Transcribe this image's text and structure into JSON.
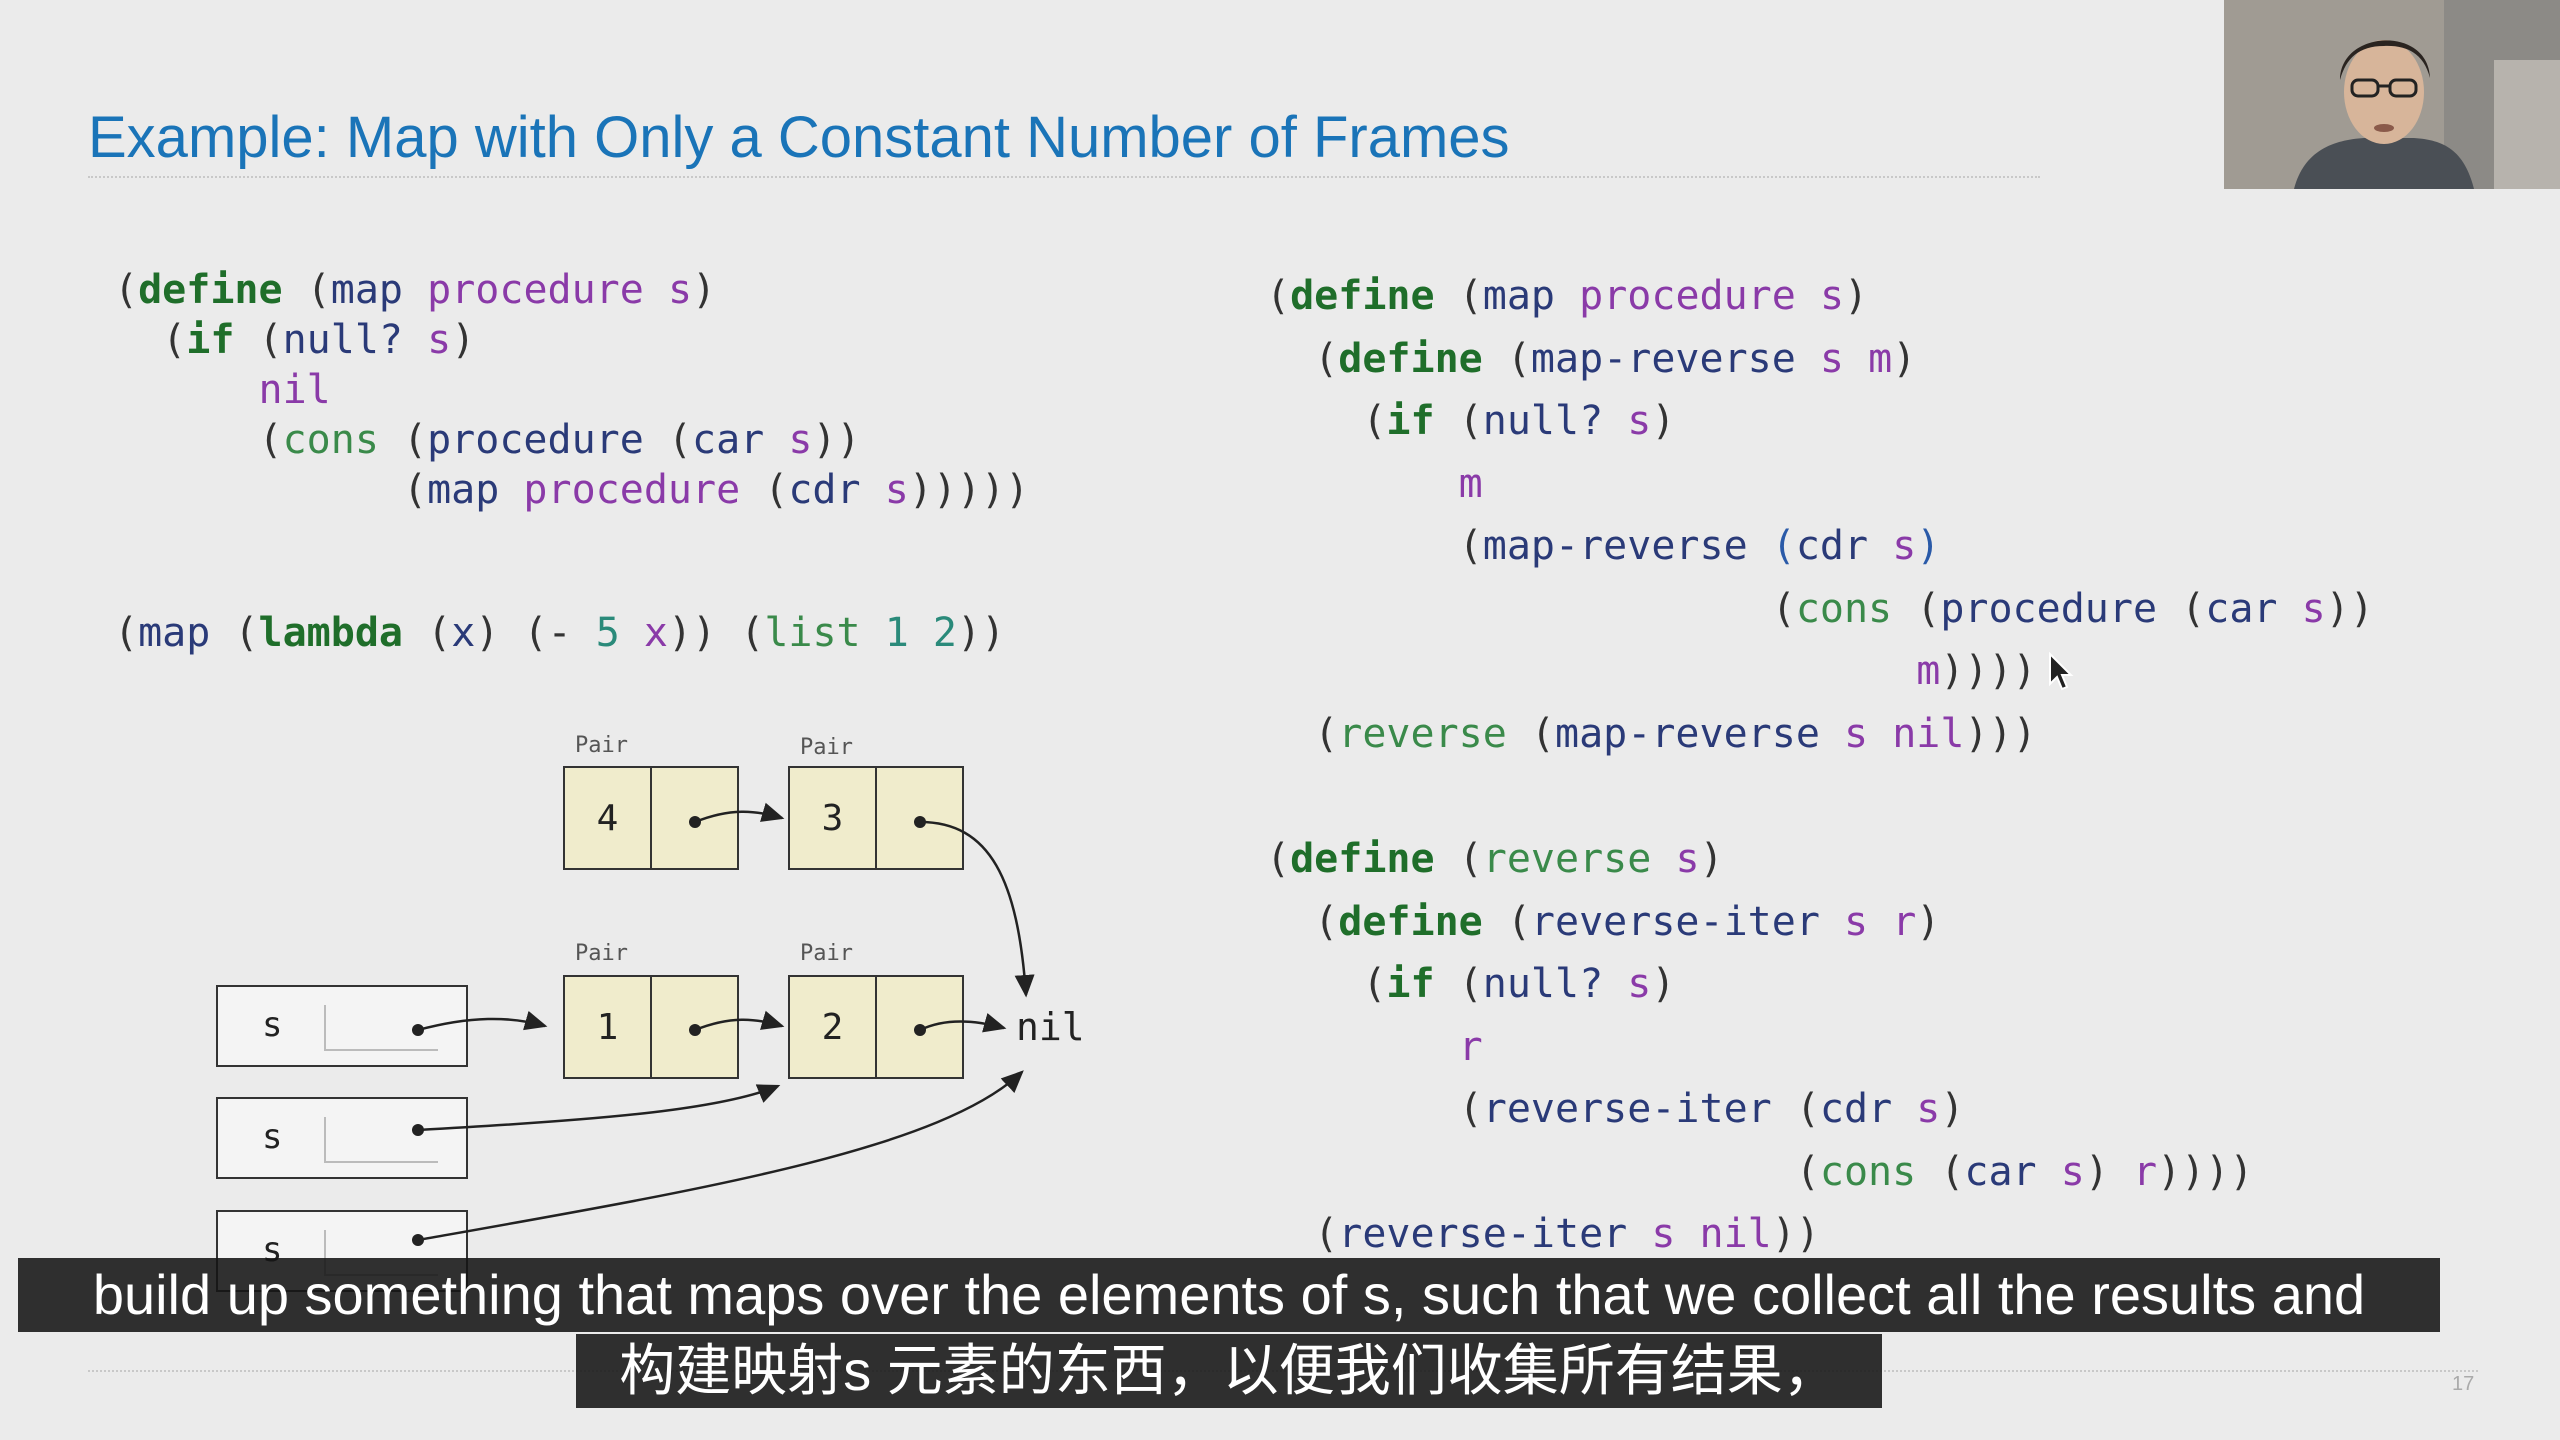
{
  "slide": {
    "title": "Example: Map with Only a Constant Number of Frames",
    "page_number": "17"
  },
  "left_code": {
    "lines": [
      "(define (map procedure s)",
      "  (if (null? s)",
      "      nil",
      "      (cons (procedure (car s))",
      "            (map procedure (cdr s)))))"
    ],
    "call": "(map (lambda (x) (- 5 x)) (list 1 2))"
  },
  "right_code": {
    "map_lines": [
      "(define (map procedure s)",
      "  (define (map-reverse s m)",
      "    (if (null? s)",
      "        m",
      "        (map-reverse (cdr s)",
      "                     (cons (procedure (car s))",
      "                           m))))",
      "  (reverse (map-reverse s nil)))"
    ],
    "reverse_lines": [
      "(define (reverse s)",
      "  (define (reverse-iter s r)",
      "    (if (null? s)",
      "        r",
      "        (reverse-iter (cdr s)",
      "                      (cons (car s) r))))",
      "  (reverse-iter s nil))"
    ]
  },
  "diagram": {
    "pair_label": "Pair",
    "top_pairs": [
      "4",
      "3"
    ],
    "bottom_pairs": [
      "1",
      "2"
    ],
    "nil_label": "nil",
    "frames": [
      "s",
      "s",
      "s"
    ]
  },
  "subtitles": {
    "english": "build up something that maps over the elements of s, such that we collect all the results and",
    "chinese": "构建映射s 元素的东西，以便我们收集所有结果，"
  }
}
